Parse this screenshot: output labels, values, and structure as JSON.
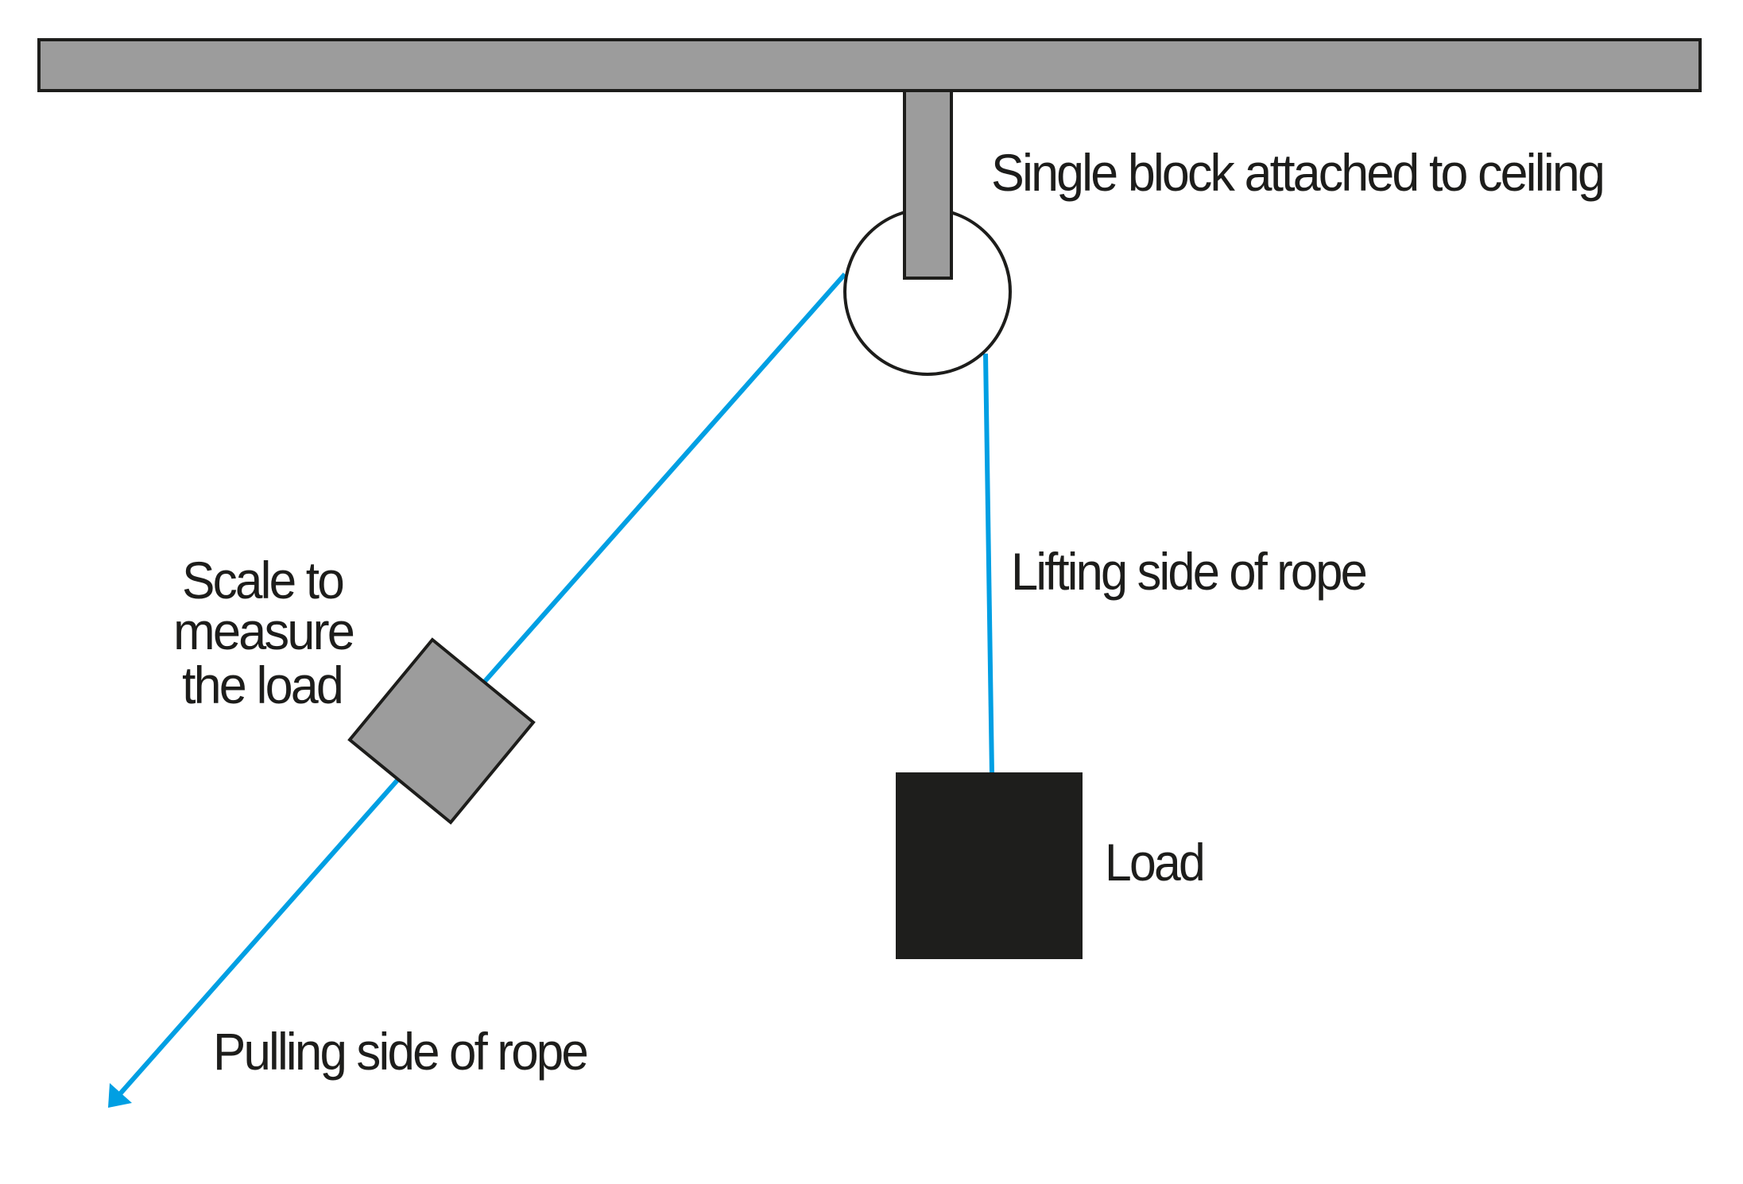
{
  "title": "Single fixed pulley with scale",
  "colors": {
    "beam_fill": "#9c9c9c",
    "outline": "#1d1d1b",
    "rope": "#009fe3",
    "load_fill": "#1e1e1c",
    "pulley_fill": "#ffffff",
    "text": "#1d1d1b"
  },
  "components": {
    "ceiling": "ceiling beam",
    "mount": "pulley mount bracket",
    "pulley": "single block pulley wheel",
    "scale": "scale",
    "load": "load",
    "lifting_rope": "lifting side rope",
    "pulling_rope": "pulling side rope"
  },
  "labels": {
    "pulley": "Single block attached to ceiling",
    "lifting_rope": "Lifting side of rope",
    "scale": [
      "Scale to",
      "measure",
      "the load"
    ],
    "load": "Load",
    "pulling_rope": "Pulling side of rope"
  }
}
